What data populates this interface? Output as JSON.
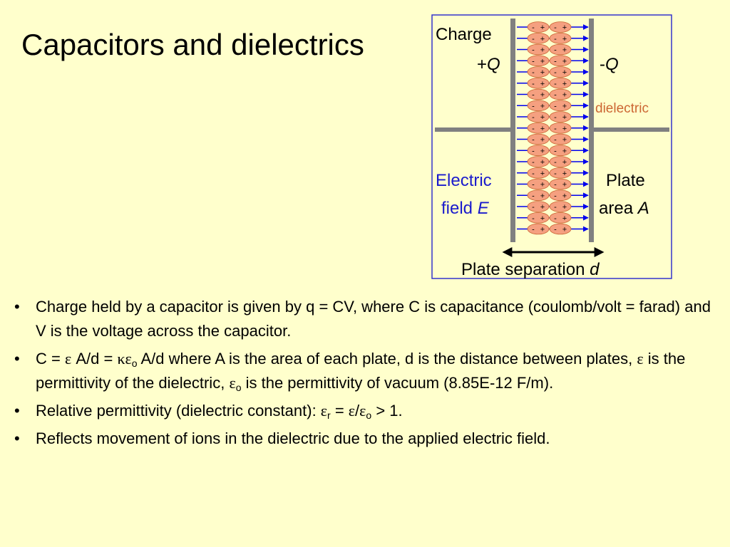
{
  "slide": {
    "title": "Capacitors and dielectrics"
  },
  "figure": {
    "label_charge": "Charge",
    "label_plus_sign": "+",
    "label_minus_sign": "-",
    "label_q": "Q",
    "label_dielectric": "dielectric",
    "label_field_1": "Electric",
    "label_field_2": "field ",
    "label_field_sym": "E",
    "label_plate_1": "Plate",
    "label_plate_2": "area ",
    "label_plate_sym": "A",
    "label_separation": "Plate separation ",
    "label_separation_sym": "d",
    "dipole_minus": "-",
    "dipole_plus": "+",
    "dipole_rows": 19,
    "dipole_columns": 2,
    "colors": {
      "frame": "#3333cc",
      "plate": "#808080",
      "dipole_fill": "#f5a080",
      "dipole_stroke": "#cc6633",
      "field_arrows": "#0000ee",
      "field_label": "#1a1acc",
      "dielectric_label": "#cc6633"
    }
  },
  "bullets": {
    "marker": "•",
    "b1": {
      "text": "Charge held by a capacitor is given by q = CV, where C is capacitance (coulomb/volt = farad) and V is the voltage across the capacitor."
    },
    "b2": {
      "t1": "C = ",
      "eps1": "ε",
      "t2": " A/d = ",
      "kappa": "κ",
      "eps2": "ε",
      "sub_o1": "o",
      "t3": " A/d where A is the area of each plate, d is the distance between plates, ",
      "eps3": "ε",
      "t4": " is the permittivity of the dielectric, ",
      "eps4": "ε",
      "sub_o2": "o",
      "t5": " is the permittivity of vacuum (8.85E-12 F/m)."
    },
    "b3": {
      "t1": "Relative permittivity (dielectric constant): ",
      "eps1": "ε",
      "sub_r": "r",
      "t2": " = ",
      "eps2": "ε",
      "t3": "/",
      "eps3": "ε",
      "sub_o": "o",
      "t4": " > 1."
    },
    "b4": {
      "text": "Reflects movement of ions in the dielectric due to the applied electric field."
    }
  }
}
